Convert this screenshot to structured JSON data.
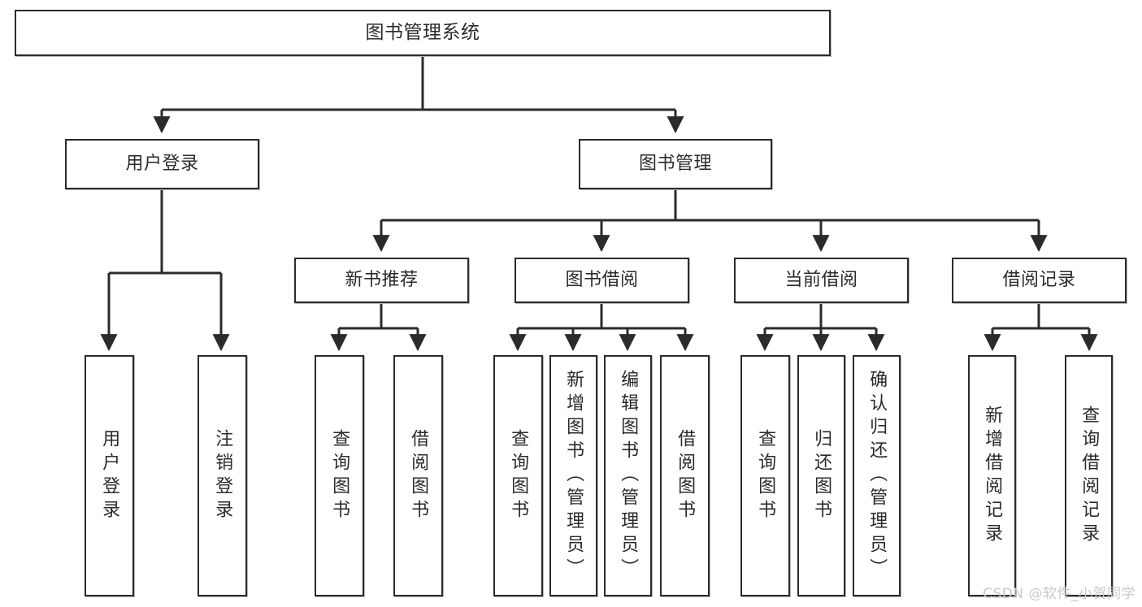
{
  "diagram": {
    "title": "图书管理系统",
    "type": "tree",
    "colors": {
      "stroke": "#2b2b2b",
      "fill": "#ffffff",
      "text": "#2b2b2b",
      "watermark": "#c9c9c9"
    },
    "root": {
      "label": "图书管理系统"
    },
    "level2": [
      {
        "label": "用户登录"
      },
      {
        "label": "图书管理"
      }
    ],
    "level3": [
      {
        "label": "新书推荐"
      },
      {
        "label": "图书借阅"
      },
      {
        "label": "当前借阅"
      },
      {
        "label": "借阅记录"
      }
    ],
    "leaves": {
      "user_login": [
        {
          "label": "用户登录"
        },
        {
          "label": "注销登录"
        }
      ],
      "new_book_rec": [
        {
          "label": "查询图书"
        },
        {
          "label": "借阅图书"
        }
      ],
      "book_borrow": [
        {
          "label": "查询图书"
        },
        {
          "label": "新增图书（管理员）"
        },
        {
          "label": "编辑图书（管理员）"
        },
        {
          "label": "借阅图书"
        }
      ],
      "current_borrow": [
        {
          "label": "查询图书"
        },
        {
          "label": "归还图书"
        },
        {
          "label": "确认归还（管理员）"
        }
      ],
      "borrow_record": [
        {
          "label": "新增借阅记录"
        },
        {
          "label": "查询借阅记录"
        }
      ]
    },
    "watermark": "CSDN @软件_小贺同学"
  }
}
